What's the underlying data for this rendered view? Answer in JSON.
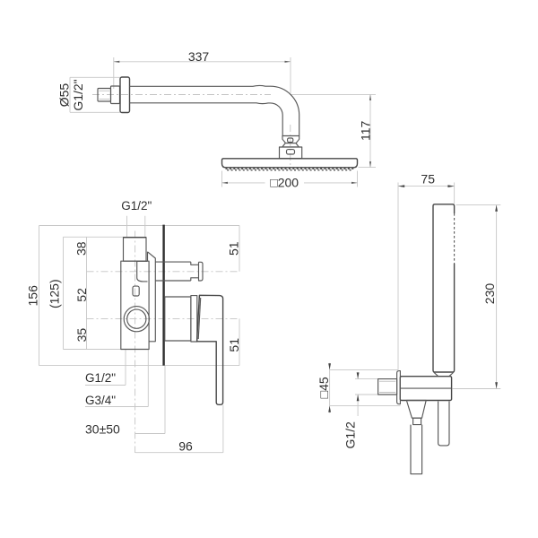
{
  "page": {
    "background": "#ffffff",
    "outline_color": "#585858",
    "wall_line_color": "#2f2f2f",
    "dimension_line_color": "#c7c7c7",
    "text_color": "#2e2e2e"
  },
  "overhead_shower": {
    "dim_arm_length": "337",
    "dim_flange_diameter": "Ø55",
    "dim_wall_thread": "G1/2\"",
    "dim_drop_height": "117",
    "dim_head_size": "□200"
  },
  "mixer": {
    "dim_top_thread": "G1/2\"",
    "dim_segment_top": "38",
    "dim_segment_middle": "52",
    "dim_segment_bottom": "35",
    "dim_total_height": "156",
    "dim_body_height": "(125)",
    "dim_offset_top": "51",
    "dim_offset_bottom": "51",
    "dim_outlet_thread": "G1/2\"",
    "dim_inlet_thread": "G3/4\"",
    "dim_depth_range": "30±50",
    "dim_handle_projection": "96"
  },
  "hand_shower": {
    "dim_projection": "75",
    "dim_wand_height": "230",
    "dim_flange_size": "□45",
    "dim_outlet_thread": "G1/2"
  }
}
